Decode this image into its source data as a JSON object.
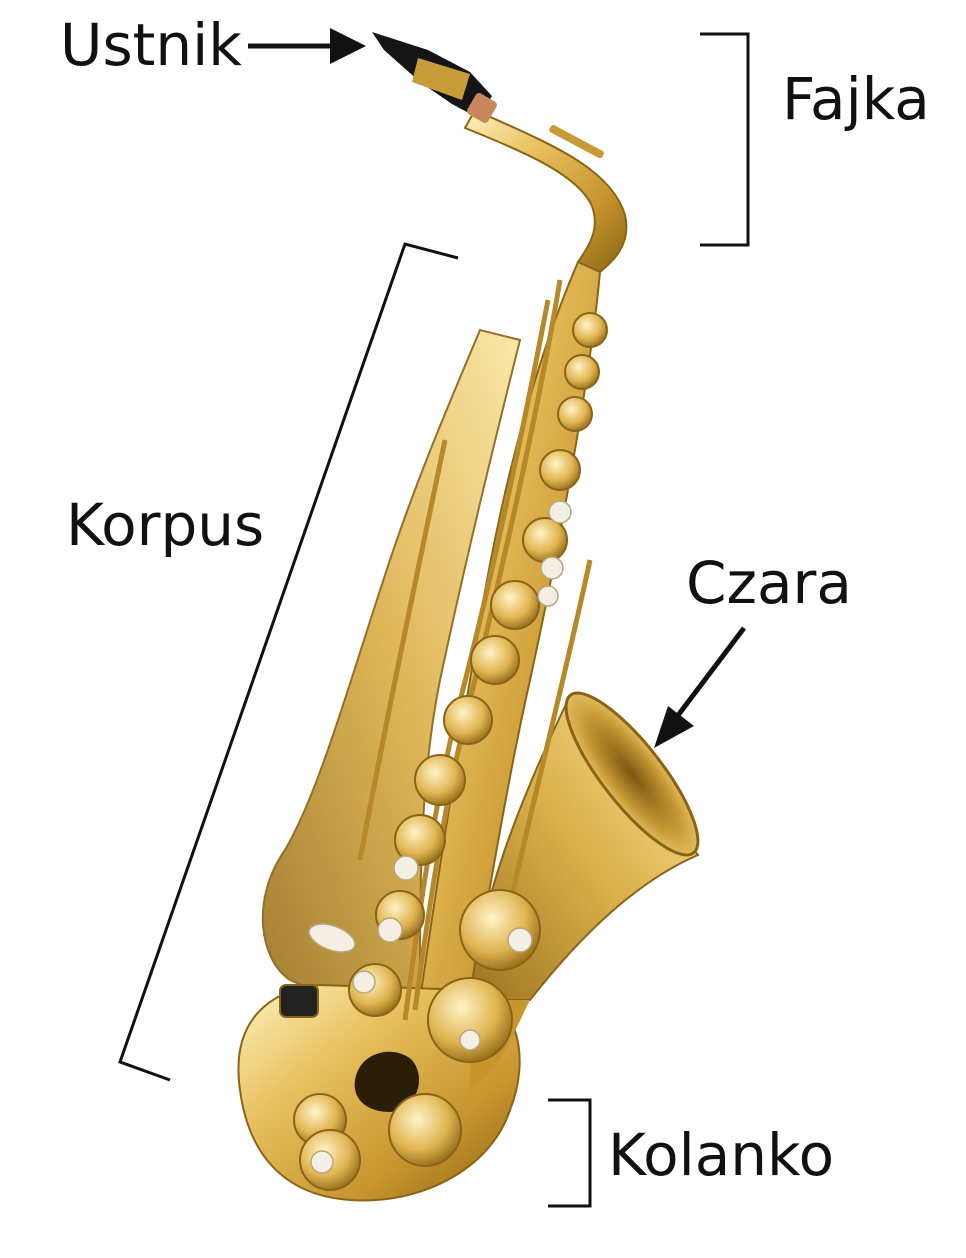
{
  "labels": {
    "mouthpiece": "Ustnik",
    "neck": "Fajka",
    "body": "Korpus",
    "bell": "Czara",
    "bow": "Kolanko"
  },
  "colors": {
    "brass_light": "#f6dc8c",
    "brass_mid": "#d9ac45",
    "brass_dark": "#8a6416",
    "mouthpiece": "#151515",
    "pad": "#f3efe4",
    "annotation": "#111111"
  }
}
